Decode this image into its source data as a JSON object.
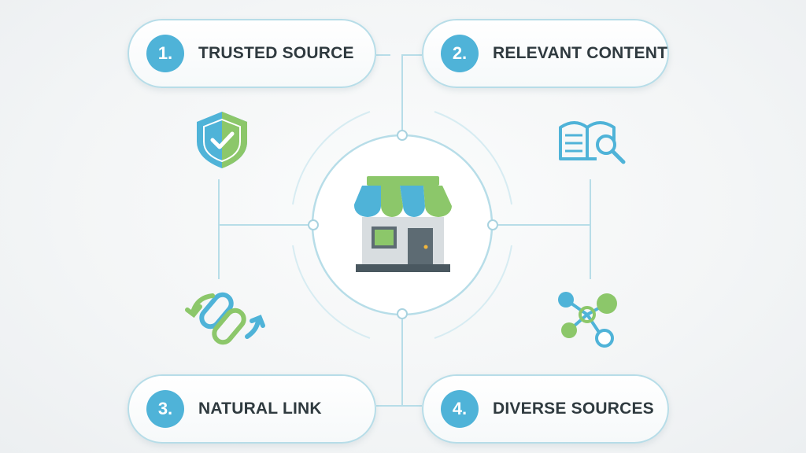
{
  "colors": {
    "accent_blue": "#4fb3d8",
    "accent_green": "#8cc76a",
    "line": "#b7dde8",
    "text": "#2f3a3f"
  },
  "center": {
    "icon": "storefront-icon"
  },
  "pills": [
    {
      "number": "1.",
      "label": "TRUSTED SOURCE",
      "icon": "shield-check-icon"
    },
    {
      "number": "2.",
      "label": "RELEVANT CONTENT",
      "icon": "book-search-icon"
    },
    {
      "number": "3.",
      "label": "NATURAL LINK",
      "icon": "chain-link-icon"
    },
    {
      "number": "4.",
      "label": "DIVERSE SOURCES",
      "icon": "network-nodes-icon"
    }
  ]
}
